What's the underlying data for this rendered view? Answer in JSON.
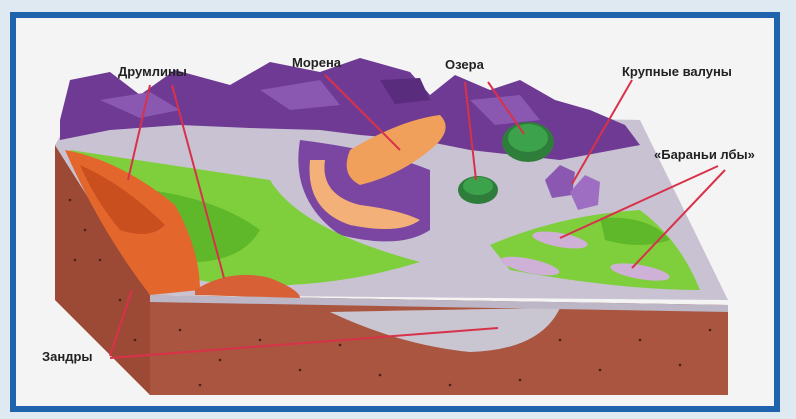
{
  "labels": {
    "drumlins": "Друмлины",
    "moraine": "Морена",
    "lakes": "Озера",
    "boulders": "Крупные валуны",
    "roches": "«Бараньи лбы»",
    "outwash": "Зандры"
  },
  "colors": {
    "frame": "#1f63ad",
    "mountains": "#6e3a93",
    "plain": "#c9c2d3",
    "grass": "#7fcf3d",
    "soil": "#a9553f",
    "drumlin": "#e3672c",
    "moraine": "#f0a05a",
    "leader": "#d8324a"
  }
}
